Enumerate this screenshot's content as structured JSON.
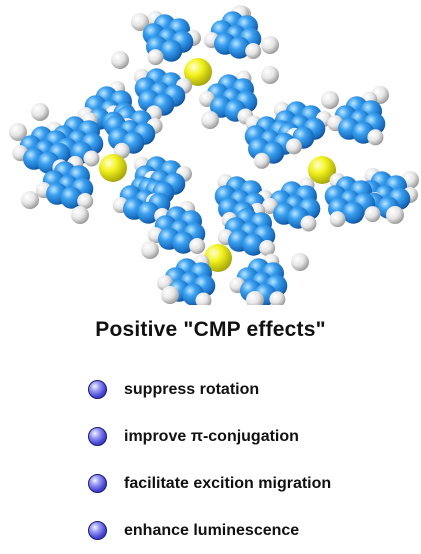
{
  "title": "Positive \"CMP effects\"",
  "bullets": [
    "suppress rotation",
    "improve π-conjugation",
    "facilitate excition migration",
    "enhance luminescence"
  ],
  "colors": {
    "carbon": "#1f8be3",
    "hydrogen": "#eeeeee",
    "silicon": "#e6e61a",
    "bullet": "#4a4bd6"
  }
}
